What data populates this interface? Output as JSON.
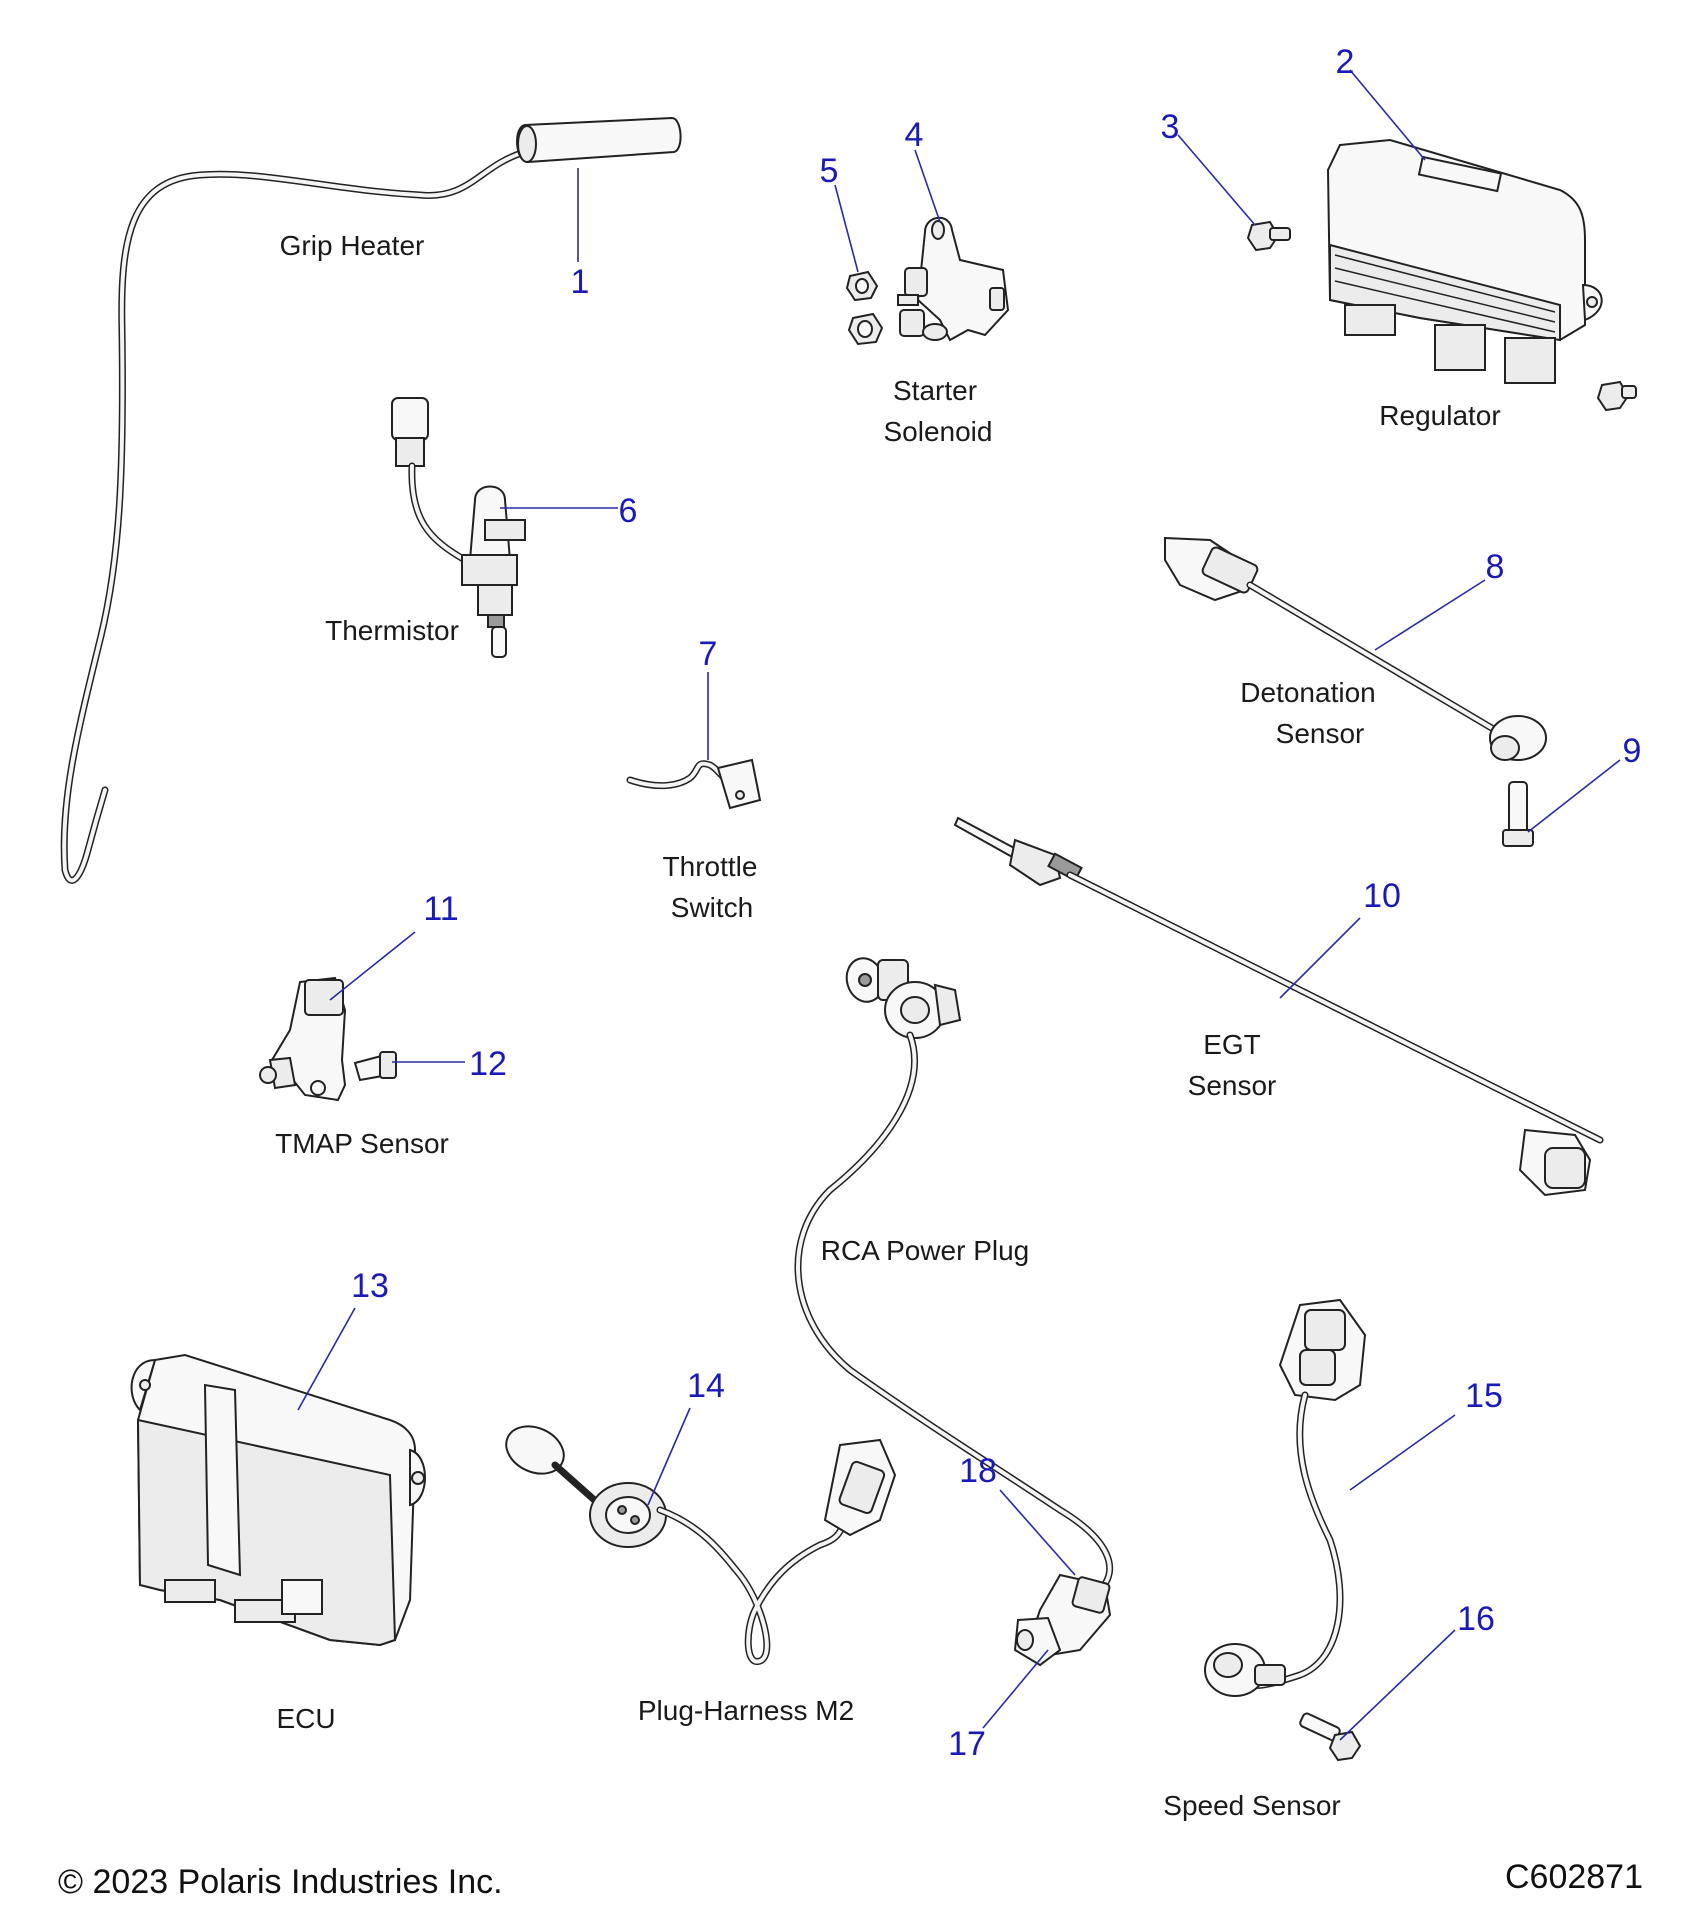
{
  "labels": {
    "grip_heater": "Grip Heater",
    "starter_1": "Starter",
    "starter_2": "Solenoid",
    "regulator": "Regulator",
    "thermistor": "Thermistor",
    "detonation_1": "Detonation",
    "detonation_2": "Sensor",
    "throttle_1": "Throttle",
    "throttle_2": "Switch",
    "tmap": "TMAP Sensor",
    "egt_1": "EGT",
    "egt_2": "Sensor",
    "rca": "RCA Power Plug",
    "ecu": "ECU",
    "plug_harness": "Plug-Harness M2",
    "speed_sensor": "Speed Sensor"
  },
  "callouts": [
    "1",
    "2",
    "3",
    "4",
    "5",
    "6",
    "7",
    "8",
    "9",
    "10",
    "11",
    "12",
    "13",
    "14",
    "15",
    "16",
    "17",
    "18"
  ],
  "footer": {
    "copyright": "© 2023 Polaris Industries Inc.",
    "code": "C602871"
  },
  "colors": {
    "callout": "#1a1ab8",
    "text": "#1a1a1a",
    "line": "#222222"
  }
}
